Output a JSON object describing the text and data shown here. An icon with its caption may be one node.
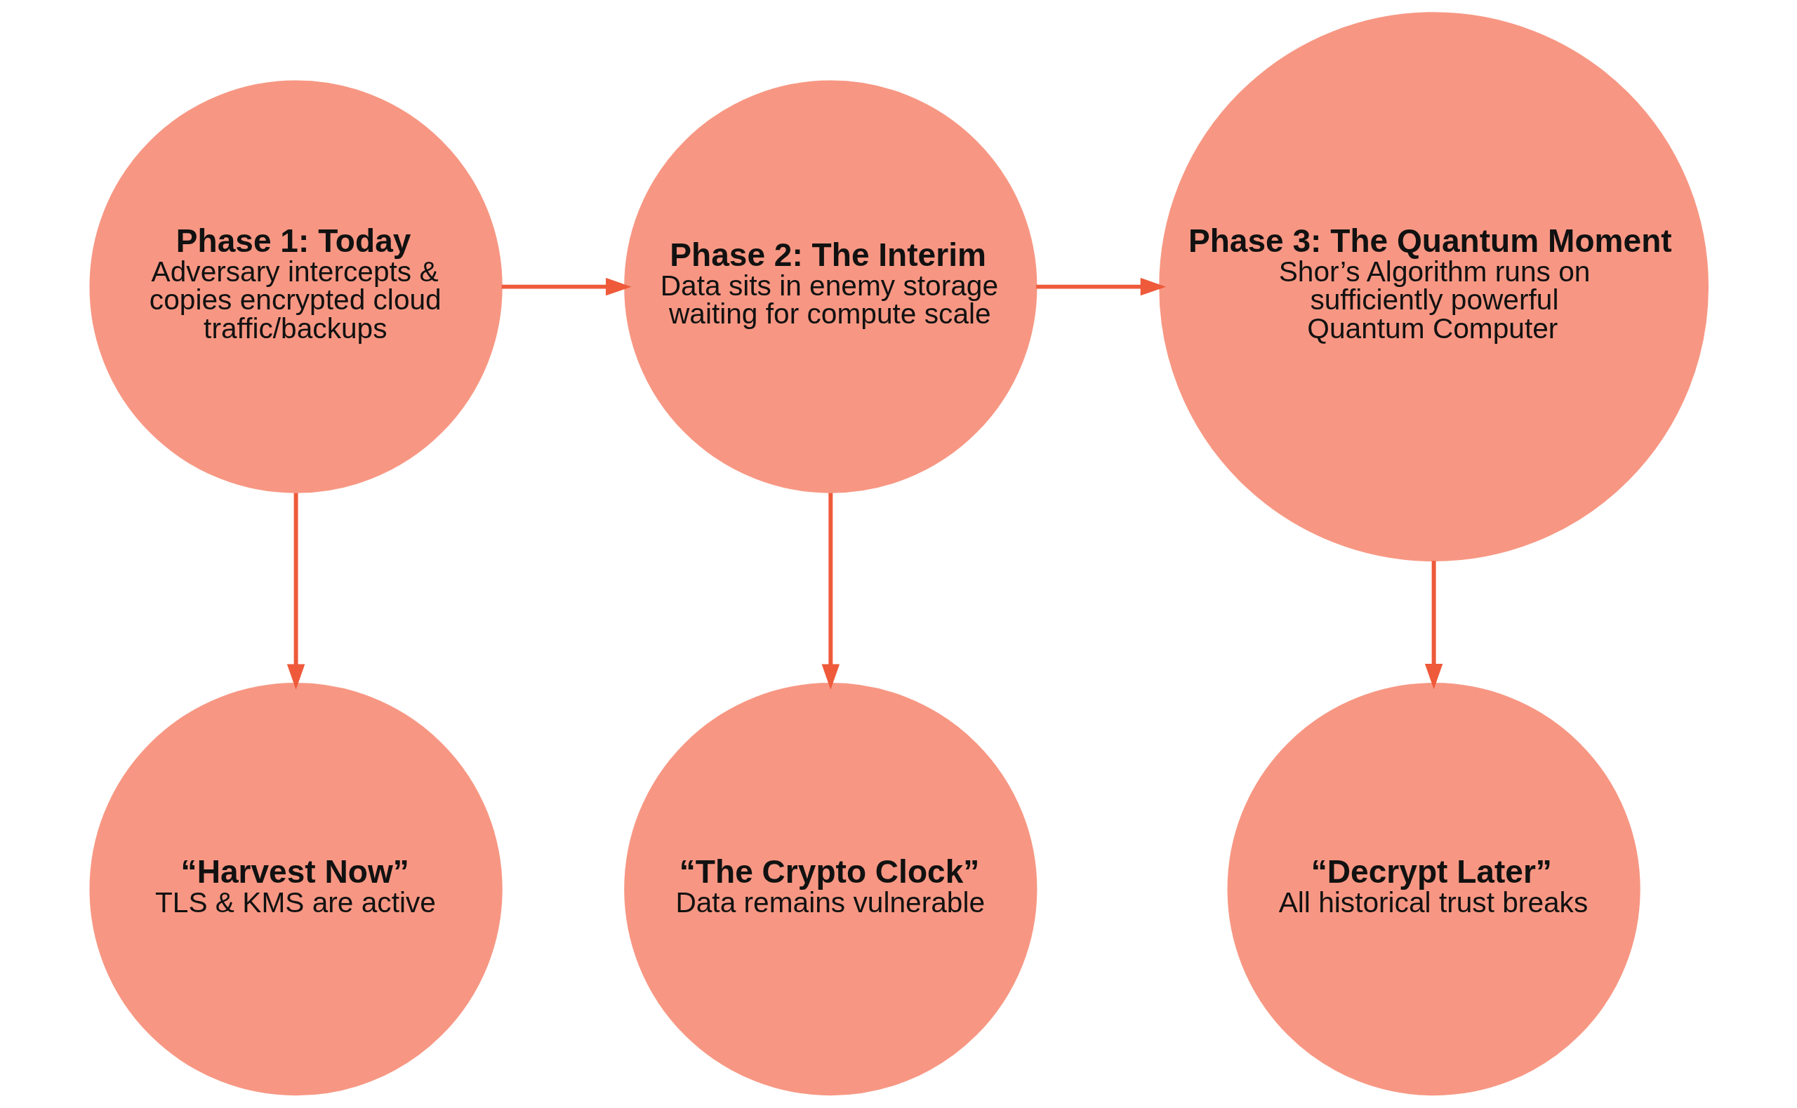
{
  "diagram": {
    "nodes": [
      {
        "text": [
          "Phase 1: Today",
          "Adversary intercepts & copies encrypted cloud traffic/backups"
        ]
      },
      {
        "text": [
          "Phase 2: The Interim",
          "Data sits in enemy storage waiting for compute scale"
        ]
      },
      {
        "text": [
          "Phase 3: The Quantum Moment",
          "Shor’s Algorithm runs on sufficiently powerful Quantum Computer"
        ]
      },
      {
        "text": [
          "“Harvest Now”",
          "TLS & KMS are active"
        ]
      },
      {
        "text": [
          "“The Crypto Clock”",
          "Data remains vulnerable"
        ]
      },
      {
        "text": [
          "“Decrypt Later”",
          "All historical trust breaks"
        ]
      }
    ],
    "edges": [
      {
        "from": 0,
        "to": 1,
        "arrow": "to"
      },
      {
        "from": 1,
        "to": 2,
        "arrow": "to"
      },
      {
        "from": 0,
        "to": 3,
        "arrow": "to"
      },
      {
        "from": 1,
        "to": 4,
        "arrow": "to"
      },
      {
        "from": 2,
        "to": 5,
        "arrow": "to"
      }
    ]
  }
}
